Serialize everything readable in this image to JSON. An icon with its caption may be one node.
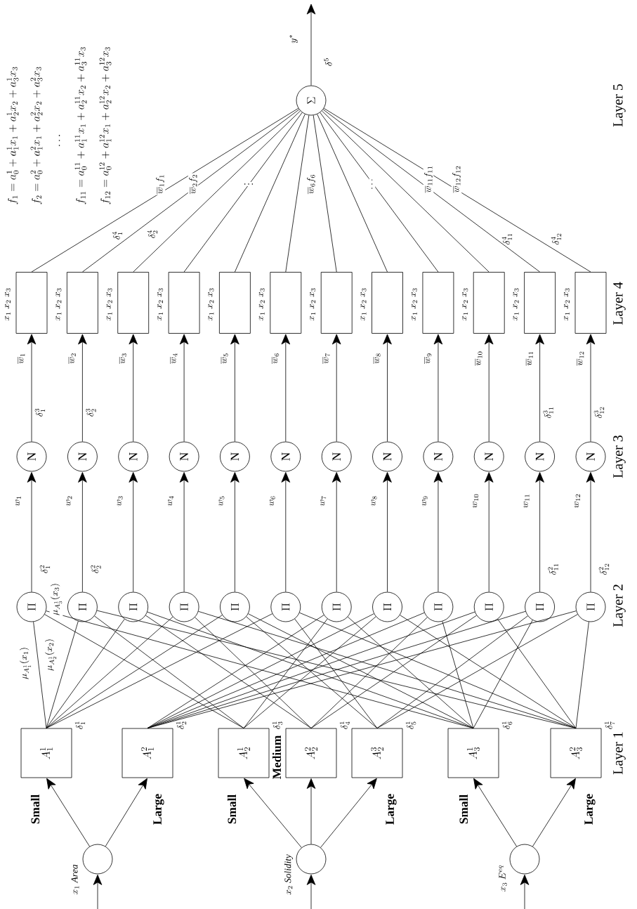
{
  "diagram": {
    "nodes": [
      {
        "text": [],
        "shape": "circle"
      },
      {
        "text": [],
        "shape": "circle"
      },
      {
        "text": [],
        "shape": "circle"
      },
      {
        "text": [
          "A_1^1"
        ],
        "beside": [
          "\\delta_1^1"
        ]
      },
      {
        "text": [
          "A_1^2"
        ],
        "beside": [
          "\\delta_2^1"
        ]
      },
      {
        "text": [
          "A_2^1"
        ],
        "beside": [
          "\\delta_3^1"
        ]
      },
      {
        "text": [
          "A_2^2"
        ],
        "beside": [
          "\\delta_4^1"
        ]
      },
      {
        "text": [
          "A_2^3"
        ],
        "beside": [
          "\\delta_5^1"
        ]
      },
      {
        "text": [
          "A_3^1"
        ],
        "beside": [
          "\\delta_6^1"
        ]
      },
      {
        "text": [
          "A_3^2"
        ],
        "beside": [
          "\\delta_7^1"
        ]
      },
      {
        "text": [
          "\\Pi"
        ],
        "beside": [
          "\\delta_1^2"
        ]
      },
      {
        "text": [
          "\\Pi"
        ],
        "beside": [
          "\\delta_2^2"
        ]
      },
      {
        "text": [
          "\\Pi"
        ]
      },
      {
        "text": [
          "\\Pi"
        ]
      },
      {
        "text": [
          "\\Pi"
        ]
      },
      {
        "text": [
          "\\Pi"
        ]
      },
      {
        "text": [
          "\\Pi"
        ]
      },
      {
        "text": [
          "\\Pi"
        ]
      },
      {
        "text": [
          "\\Pi"
        ]
      },
      {
        "text": [
          "\\Pi"
        ]
      },
      {
        "text": [
          "\\Pi"
        ],
        "beside": [
          "\\delta_{11}^2"
        ]
      },
      {
        "text": [
          "\\Pi"
        ],
        "beside": [
          "\\delta_{12}^2"
        ]
      },
      {
        "text": [
          "N"
        ],
        "beside": [
          "\\delta_1^3"
        ]
      },
      {
        "text": [
          "N"
        ],
        "beside": [
          "\\delta_2^3"
        ]
      },
      {
        "text": [
          "N"
        ]
      },
      {
        "text": [
          "N"
        ]
      },
      {
        "text": [
          "N"
        ]
      },
      {
        "text": [
          "N"
        ]
      },
      {
        "text": [
          "N"
        ]
      },
      {
        "text": [
          "N"
        ]
      },
      {
        "text": [
          "N"
        ]
      },
      {
        "text": [
          "N"
        ]
      },
      {
        "text": [
          "N"
        ],
        "beside": [
          "\\delta_{11}^3"
        ]
      },
      {
        "text": [
          "N"
        ],
        "beside": [
          "\\delta_{12}^3"
        ]
      },
      {
        "text": [],
        "shape": "box",
        "beside": [
          "x_1\\ x_2\\ x_3"
        ]
      },
      {
        "text": [],
        "shape": "box",
        "beside": [
          "x_1\\ x_2\\ x_3"
        ]
      },
      {
        "text": [],
        "shape": "box",
        "beside": [
          "x_1\\ x_2\\ x_3"
        ]
      },
      {
        "text": [],
        "shape": "box",
        "beside": [
          "x_1\\ x_2\\ x_3"
        ]
      },
      {
        "text": [],
        "shape": "box",
        "beside": [
          "x_1\\ x_2\\ x_3"
        ]
      },
      {
        "text": [],
        "shape": "box",
        "beside": [
          "x_1\\ x_2\\ x_3"
        ]
      },
      {
        "text": [],
        "shape": "box",
        "beside": [
          "x_1\\ x_2\\ x_3"
        ]
      },
      {
        "text": [],
        "shape": "box",
        "beside": [
          "x_1\\ x_2\\ x_3"
        ]
      },
      {
        "text": [],
        "shape": "box",
        "beside": [
          "x_1\\ x_2\\ x_3"
        ]
      },
      {
        "text": [],
        "shape": "box",
        "beside": [
          "x_1\\ x_2\\ x_3"
        ]
      },
      {
        "text": [],
        "shape": "box",
        "beside": [
          "x_1\\ x_2\\ x_3"
        ]
      },
      {
        "text": [],
        "shape": "box",
        "beside": [
          "x_1\\ x_2\\ x_3"
        ]
      },
      {
        "text": [
          "\\Sigma"
        ],
        "beside": [
          "\\delta^5"
        ]
      }
    ],
    "edges": [
      {
        "from": null,
        "to": 0,
        "arrow": "to",
        "label": "x_1\\ \\mathit{Area}"
      },
      {
        "from": null,
        "to": 1,
        "arrow": "to",
        "label": "x_2\\ \\mathit{Solidity}"
      },
      {
        "from": null,
        "to": 2,
        "arrow": "to",
        "label": "x_3\\ E^{eq}"
      },
      {
        "from": 0,
        "to": 3,
        "arrow": "to",
        "label": "Small"
      },
      {
        "from": 0,
        "to": 4,
        "arrow": "to",
        "label": "Large"
      },
      {
        "from": 1,
        "to": 5,
        "arrow": "to",
        "label": "Small"
      },
      {
        "from": 1,
        "to": 6,
        "arrow": "to",
        "label": "Medium"
      },
      {
        "from": 1,
        "to": 7,
        "arrow": "to",
        "label": "Large"
      },
      {
        "from": 2,
        "to": 8,
        "arrow": "to",
        "label": "Small"
      },
      {
        "from": 2,
        "to": 9,
        "arrow": "to",
        "label": "Large"
      },
      {
        "from": 3,
        "to": 10,
        "arrow": "none",
        "label": "\\mu_{A_1^1}(x_1)"
      },
      {
        "from": 5,
        "to": 10,
        "arrow": "none",
        "label": "\\mu_{A_2^1}(x_2)"
      },
      {
        "from": 8,
        "to": 10,
        "arrow": "none",
        "label": "\\mu_{A_3^1}(x_3)"
      },
      {
        "from": 3,
        "to": 11,
        "arrow": "none"
      },
      {
        "from": 5,
        "to": 11,
        "arrow": "none"
      },
      {
        "from": 9,
        "to": 11,
        "arrow": "none"
      },
      {
        "from": 3,
        "to": 12,
        "arrow": "none"
      },
      {
        "from": 6,
        "to": 12,
        "arrow": "none"
      },
      {
        "from": 8,
        "to": 12,
        "arrow": "none"
      },
      {
        "from": 3,
        "to": 13,
        "arrow": "none"
      },
      {
        "from": 6,
        "to": 13,
        "arrow": "none"
      },
      {
        "from": 9,
        "to": 13,
        "arrow": "none"
      },
      {
        "from": 3,
        "to": 14,
        "arrow": "none"
      },
      {
        "from": 7,
        "to": 14,
        "arrow": "none"
      },
      {
        "from": 8,
        "to": 14,
        "arrow": "none"
      },
      {
        "from": 3,
        "to": 15,
        "arrow": "none"
      },
      {
        "from": 7,
        "to": 15,
        "arrow": "none"
      },
      {
        "from": 9,
        "to": 15,
        "arrow": "none"
      },
      {
        "from": 4,
        "to": 16,
        "arrow": "none"
      },
      {
        "from": 5,
        "to": 16,
        "arrow": "none"
      },
      {
        "from": 8,
        "to": 16,
        "arrow": "none"
      },
      {
        "from": 4,
        "to": 17,
        "arrow": "none"
      },
      {
        "from": 5,
        "to": 17,
        "arrow": "none"
      },
      {
        "from": 9,
        "to": 17,
        "arrow": "none"
      },
      {
        "from": 4,
        "to": 18,
        "arrow": "none"
      },
      {
        "from": 6,
        "to": 18,
        "arrow": "none"
      },
      {
        "from": 8,
        "to": 18,
        "arrow": "none"
      },
      {
        "from": 4,
        "to": 19,
        "arrow": "none"
      },
      {
        "from": 6,
        "to": 19,
        "arrow": "none"
      },
      {
        "from": 9,
        "to": 19,
        "arrow": "none"
      },
      {
        "from": 4,
        "to": 20,
        "arrow": "none"
      },
      {
        "from": 7,
        "to": 20,
        "arrow": "none"
      },
      {
        "from": 8,
        "to": 20,
        "arrow": "none"
      },
      {
        "from": 4,
        "to": 21,
        "arrow": "none"
      },
      {
        "from": 7,
        "to": 21,
        "arrow": "none"
      },
      {
        "from": 9,
        "to": 21,
        "arrow": "none"
      },
      {
        "from": 10,
        "to": 22,
        "arrow": "to",
        "label": "w_1"
      },
      {
        "from": 11,
        "to": 23,
        "arrow": "to",
        "label": "w_2"
      },
      {
        "from": 12,
        "to": 24,
        "arrow": "to",
        "label": "w_3"
      },
      {
        "from": 13,
        "to": 25,
        "arrow": "to",
        "label": "w_4"
      },
      {
        "from": 14,
        "to": 26,
        "arrow": "to",
        "label": "w_5"
      },
      {
        "from": 15,
        "to": 27,
        "arrow": "to",
        "label": "w_6"
      },
      {
        "from": 16,
        "to": 28,
        "arrow": "to",
        "label": "w_7"
      },
      {
        "from": 17,
        "to": 29,
        "arrow": "to",
        "label": "w_8"
      },
      {
        "from": 18,
        "to": 30,
        "arrow": "to",
        "label": "w_9"
      },
      {
        "from": 19,
        "to": 31,
        "arrow": "to",
        "label": "w_{10}"
      },
      {
        "from": 20,
        "to": 32,
        "arrow": "to",
        "label": "w_{11}"
      },
      {
        "from": 21,
        "to": 33,
        "arrow": "to",
        "label": "w_{12}"
      },
      {
        "from": 22,
        "to": 34,
        "arrow": "to",
        "label": "\\overline{w}_1"
      },
      {
        "from": 23,
        "to": 35,
        "arrow": "to",
        "label": "\\overline{w}_2"
      },
      {
        "from": 24,
        "to": 36,
        "arrow": "to",
        "label": "\\overline{w}_3"
      },
      {
        "from": 25,
        "to": 37,
        "arrow": "to",
        "label": "\\overline{w}_4"
      },
      {
        "from": 26,
        "to": 38,
        "arrow": "to",
        "label": "\\overline{w}_5"
      },
      {
        "from": 27,
        "to": 39,
        "arrow": "to",
        "label": "\\overline{w}_6"
      },
      {
        "from": 28,
        "to": 40,
        "arrow": "to",
        "label": "\\overline{w}_7"
      },
      {
        "from": 29,
        "to": 41,
        "arrow": "to",
        "label": "\\overline{w}_8"
      },
      {
        "from": 30,
        "to": 42,
        "arrow": "to",
        "label": "\\overline{w}_9"
      },
      {
        "from": 31,
        "to": 43,
        "arrow": "to",
        "label": "\\overline{w}_{10}"
      },
      {
        "from": 32,
        "to": 44,
        "arrow": "to",
        "label": "\\overline{w}_{11}"
      },
      {
        "from": 33,
        "to": 45,
        "arrow": "to",
        "label": "\\overline{w}_{12}"
      },
      {
        "from": 34,
        "to": 46,
        "arrow": "none",
        "label": "\\overline{w}_1 f_1"
      },
      {
        "from": 35,
        "to": 46,
        "arrow": "none",
        "label": "\\overline{w}_2 f_2"
      },
      {
        "from": 36,
        "to": 46,
        "arrow": "none"
      },
      {
        "from": 37,
        "to": 46,
        "arrow": "none"
      },
      {
        "from": 38,
        "to": 46,
        "arrow": "none"
      },
      {
        "from": 39,
        "to": 46,
        "arrow": "none",
        "label": "\\overline{w}_6 f_6"
      },
      {
        "from": 40,
        "to": 46,
        "arrow": "none"
      },
      {
        "from": 41,
        "to": 46,
        "arrow": "none"
      },
      {
        "from": 42,
        "to": 46,
        "arrow": "none"
      },
      {
        "from": 43,
        "to": 46,
        "arrow": "none"
      },
      {
        "from": 44,
        "to": 46,
        "arrow": "none",
        "label": "\\overline{w}_{11} f_{11}"
      },
      {
        "from": 45,
        "to": 46,
        "arrow": "none",
        "label": "\\overline{w}_{12} f_{12}"
      },
      {
        "from": 46,
        "to": null,
        "arrow": "to",
        "label": "y^*"
      }
    ],
    "labels": [
      "f_1 = a_0^1 + a_1^1 x_1 + a_2^1 x_2 + a_3^1 x_3",
      "f_2 = a_0^2 + a_1^2 x_1 + a_2^2 x_2 + a_3^2 x_3",
      "\\cdots",
      "f_{11} = a_0^{11} + a_1^{11} x_1 + a_2^{11} x_2 + a_3^{11} x_3",
      "f_{12} = a_0^{12} + a_1^{12} x_1 + a_2^{12} x_2 + a_3^{12} x_3",
      "\\vdots",
      "\\cdots",
      "Layer 5",
      "Layer 4",
      "Layer 3",
      "Layer 2",
      "Layer 1",
      "\\delta_1^4",
      "\\delta_2^4",
      "\\delta_{11}^4",
      "\\delta_{12}^4"
    ]
  }
}
